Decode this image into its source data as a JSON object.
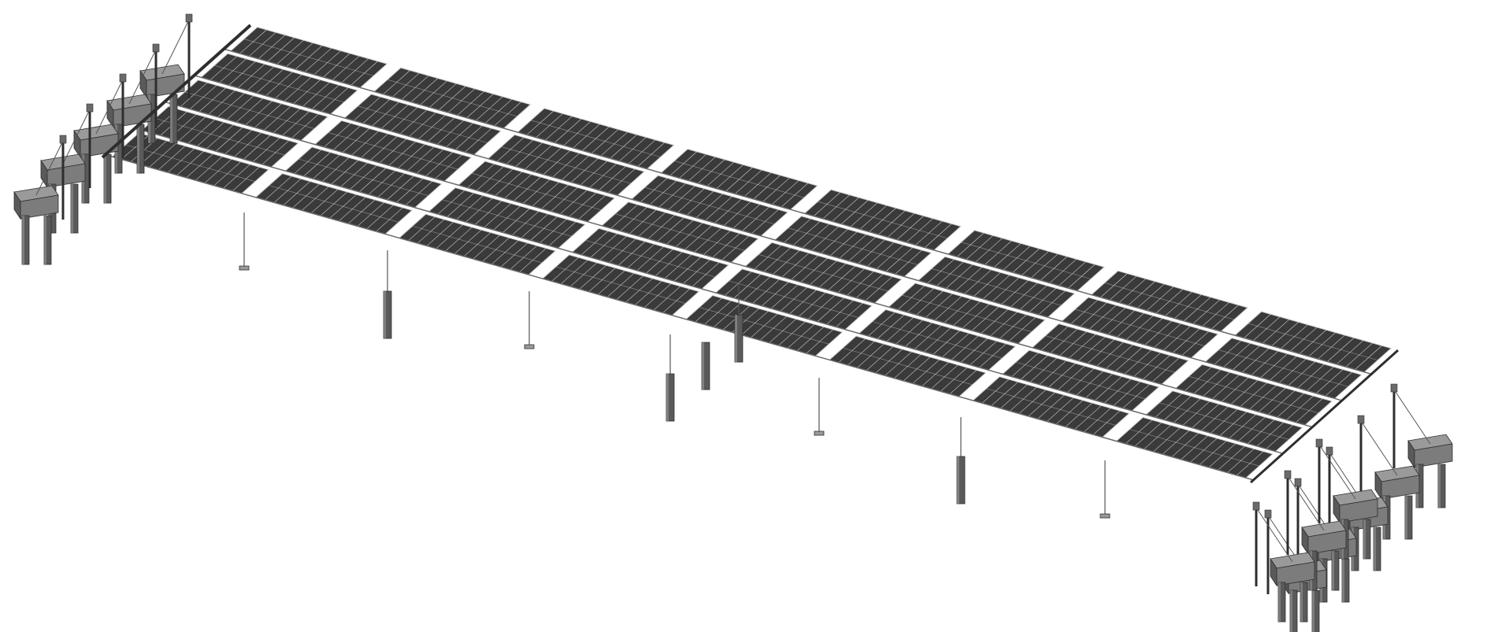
{
  "scene": {
    "subject": "solar-carport-structure",
    "colors": {
      "background": "#ffffff",
      "panel": "#3a3a3a",
      "panel_edge": "#cfcfcf",
      "steel": "#6a6a6a",
      "steel_dark": "#2e2e2e",
      "pier": "#5a5a5a",
      "pier_light": "#9a9a9a",
      "cable": "#555555"
    },
    "rows": 5,
    "segments_per_row": 8,
    "cells_per_segment": 14
  }
}
